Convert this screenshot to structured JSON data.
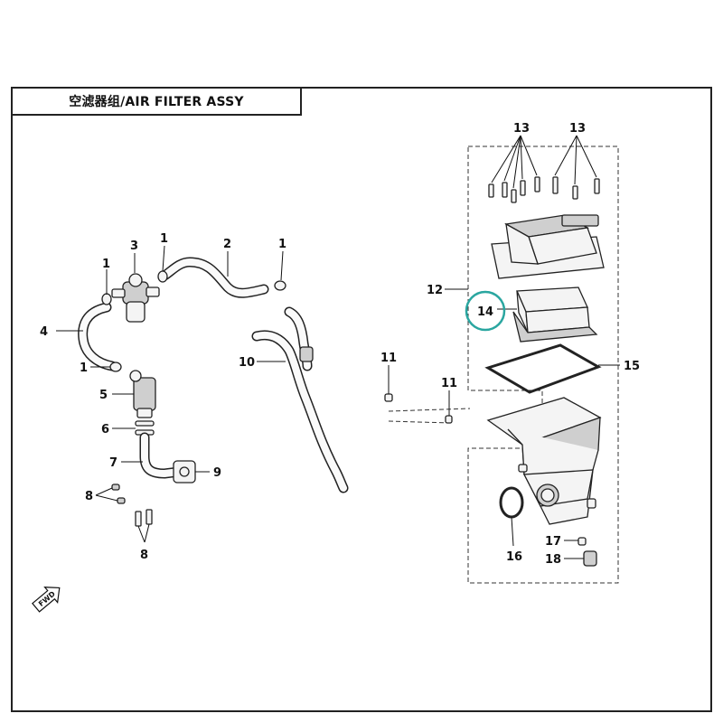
{
  "title": "空滤器组/AIR FILTER ASSY",
  "highlight_color": "#2aa6a0",
  "fwd_label": "FWD",
  "callouts": {
    "c1a": "1",
    "c1b": "1",
    "c1c": "1",
    "c1d": "1",
    "c2": "2",
    "c3": "3",
    "c4": "4",
    "c5": "5",
    "c6": "6",
    "c7": "7",
    "c8a": "8",
    "c8b": "8",
    "c9": "9",
    "c10": "10",
    "c11a": "11",
    "c11b": "11",
    "c12": "12",
    "c13a": "13",
    "c13b": "13",
    "c14": "14",
    "c15": "15",
    "c16": "16",
    "c17": "17",
    "c18": "18"
  }
}
